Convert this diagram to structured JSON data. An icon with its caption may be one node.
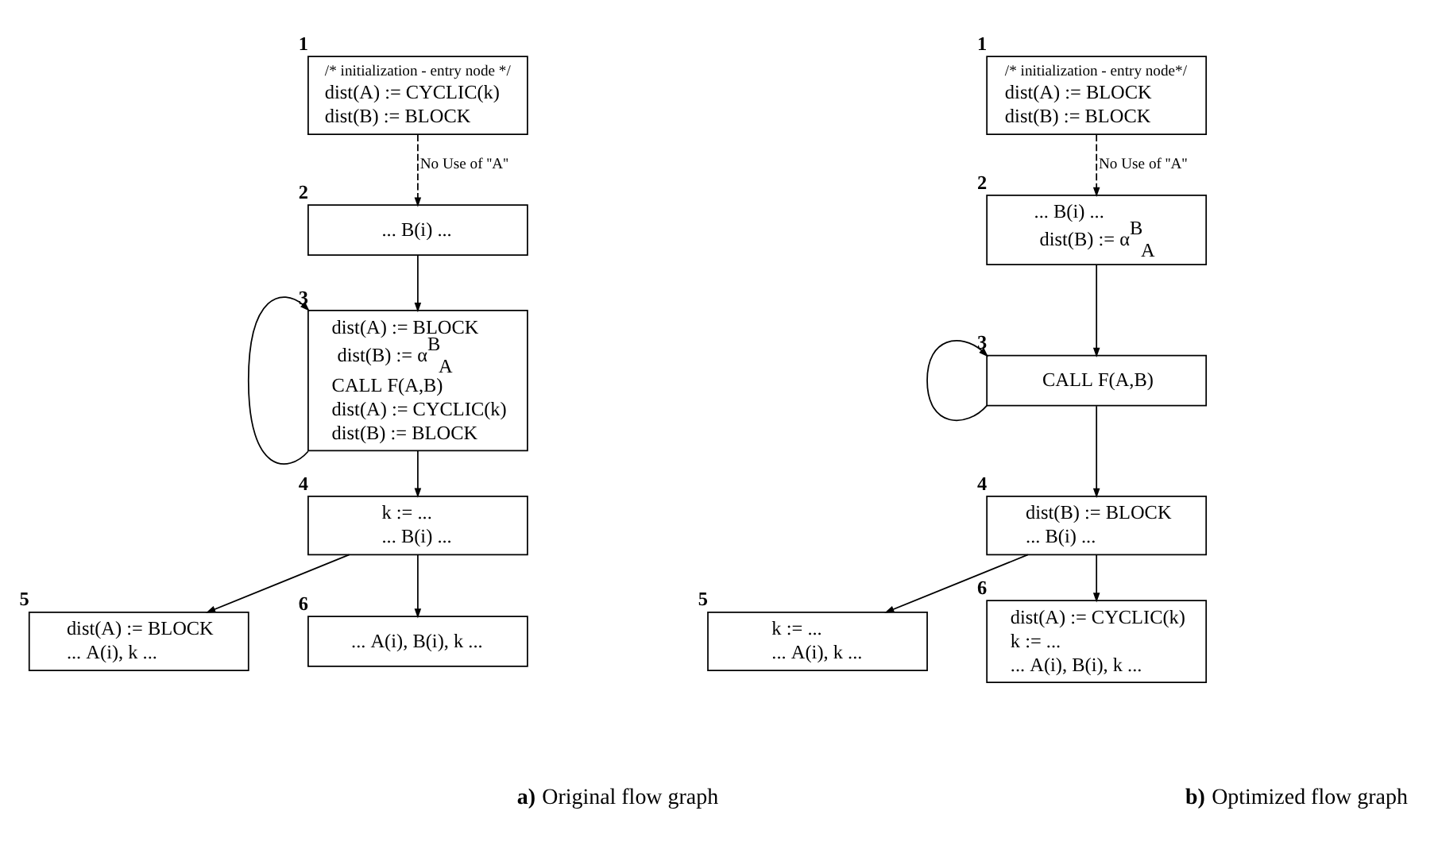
{
  "diagram": {
    "nodes": [
      {
        "text": [
          "/* initialization - entry node */",
          "dist(A) := CYCLIC(k)",
          "dist(B) := BLOCK"
        ],
        "beside": [
          "1"
        ]
      },
      {
        "text": [
          "... B(i) ..."
        ],
        "beside": [
          "2"
        ]
      },
      {
        "text": [
          "dist(A) := BLOCK",
          "dist(B) := α$^{B}$$_{A}$",
          "CALL F(A,B)",
          "dist(A) := CYCLIC(k)",
          "dist(B) := BLOCK"
        ],
        "beside": [
          "3"
        ]
      },
      {
        "text": [
          "k := ...",
          "... B(i) ..."
        ],
        "beside": [
          "4"
        ]
      },
      {
        "text": [
          "dist(A) := BLOCK",
          "... A(i), k ..."
        ],
        "beside": [
          "5"
        ]
      },
      {
        "text": [
          "... A(i), B(i), k ..."
        ],
        "beside": [
          "6"
        ]
      },
      {
        "text": [
          "/* initialization - entry node*/",
          "dist(A) := BLOCK",
          "dist(B) := BLOCK"
        ],
        "beside": [
          "1"
        ]
      },
      {
        "text": [
          "... B(i) ...",
          "dist(B) := α$^{B}$$_{A}$"
        ],
        "beside": [
          "2"
        ]
      },
      {
        "text": [
          "CALL F(A,B)"
        ],
        "beside": [
          "3"
        ]
      },
      {
        "text": [
          "dist(B) := BLOCK",
          "... B(i) ..."
        ],
        "beside": [
          "4"
        ]
      },
      {
        "text": [
          "k := ...",
          "... A(i), k ..."
        ],
        "beside": [
          "5"
        ]
      },
      {
        "text": [
          "dist(A) := CYCLIC(k)",
          "k := ...",
          "... A(i), B(i), k ..."
        ],
        "beside": [
          "6"
        ]
      }
    ],
    "edges": [
      {
        "from": 0,
        "to": 1,
        "arrow": "to",
        "style": "dashed",
        "label": "No Use of ''A''"
      },
      {
        "from": 1,
        "to": 2,
        "arrow": "to"
      },
      {
        "from": 2,
        "to": 2,
        "arrow": "to"
      },
      {
        "from": 2,
        "to": 3,
        "arrow": "to"
      },
      {
        "from": 3,
        "to": 4,
        "arrow": "to"
      },
      {
        "from": 3,
        "to": 5,
        "arrow": "to"
      },
      {
        "from": 6,
        "to": 7,
        "arrow": "to",
        "style": "dashed",
        "label": "No Use of ''A''"
      },
      {
        "from": 7,
        "to": 8,
        "arrow": "to"
      },
      {
        "from": 8,
        "to": 8,
        "arrow": "to"
      },
      {
        "from": 8,
        "to": 9,
        "arrow": "to"
      },
      {
        "from": 9,
        "to": 10,
        "arrow": "to"
      },
      {
        "from": 9,
        "to": 11,
        "arrow": "to"
      }
    ],
    "labels": [
      "**a)** Original flow graph",
      "**b)** Optimized flow graph"
    ]
  }
}
